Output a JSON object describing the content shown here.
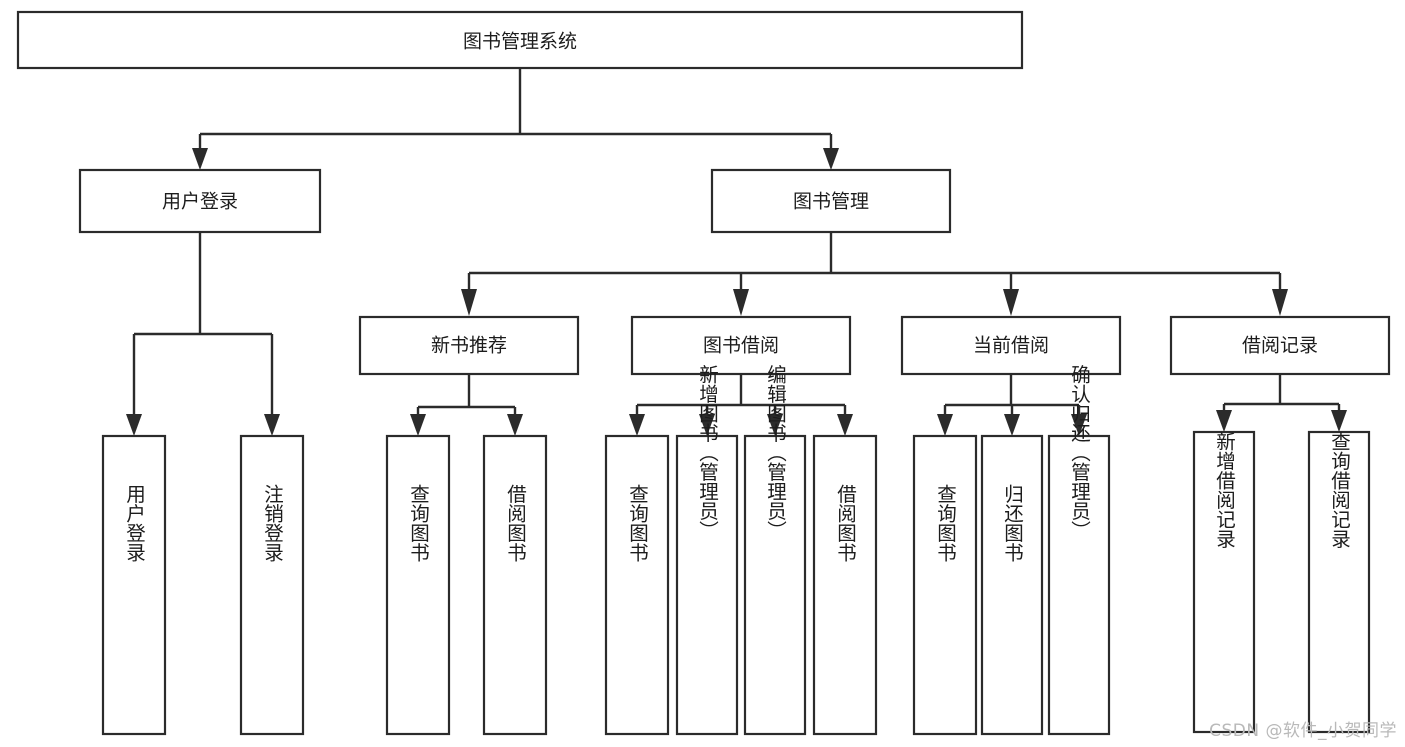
{
  "diagram": {
    "type": "tree-hierarchy-flowchart",
    "title": "图书管理系统",
    "watermark": "CSDN @软件_小贺同学",
    "palette": {
      "box_fill": "#ffffff",
      "box_stroke": "#2b2b2b",
      "connector": "#2b2b2b",
      "text": "#1c1c1c",
      "background": "#ffffff",
      "watermark": "#b9b9b9"
    },
    "levels": [
      {
        "level": 1,
        "nodes": [
          {
            "id": "root",
            "label": "图书管理系统",
            "orientation": "horizontal"
          }
        ]
      },
      {
        "level": 2,
        "nodes": [
          {
            "id": "login",
            "label": "用户登录",
            "orientation": "horizontal",
            "parent": "root"
          },
          {
            "id": "bookmgmt",
            "label": "图书管理",
            "orientation": "horizontal",
            "parent": "root"
          }
        ]
      },
      {
        "level": 3,
        "nodes": [
          {
            "id": "newbook",
            "label": "新书推荐",
            "orientation": "horizontal",
            "parent": "bookmgmt"
          },
          {
            "id": "borrow",
            "label": "图书借阅",
            "orientation": "horizontal",
            "parent": "bookmgmt"
          },
          {
            "id": "current",
            "label": "当前借阅",
            "orientation": "horizontal",
            "parent": "bookmgmt"
          },
          {
            "id": "records",
            "label": "借阅记录",
            "orientation": "horizontal",
            "parent": "bookmgmt"
          }
        ]
      },
      {
        "level": 4,
        "nodes": [
          {
            "id": "leaf-user-login",
            "label": "用户登录",
            "orientation": "vertical",
            "parent": "login"
          },
          {
            "id": "leaf-user-logout",
            "label": "注销登录",
            "orientation": "vertical",
            "parent": "login"
          },
          {
            "id": "leaf-query-book-1",
            "label": "查询图书",
            "orientation": "vertical",
            "parent": "newbook"
          },
          {
            "id": "leaf-borrow-book-1",
            "label": "借阅图书",
            "orientation": "vertical",
            "parent": "newbook"
          },
          {
            "id": "leaf-query-book-2",
            "label": "查询图书",
            "orientation": "vertical",
            "parent": "borrow"
          },
          {
            "id": "leaf-add-book",
            "label": "新增图书（管理员）",
            "orientation": "vertical",
            "parent": "borrow"
          },
          {
            "id": "leaf-edit-book",
            "label": "编辑图书（管理员）",
            "orientation": "vertical",
            "parent": "borrow"
          },
          {
            "id": "leaf-borrow-book-2",
            "label": "借阅图书",
            "orientation": "vertical",
            "parent": "borrow"
          },
          {
            "id": "leaf-query-book-3",
            "label": "查询图书",
            "orientation": "vertical",
            "parent": "current"
          },
          {
            "id": "leaf-return-book",
            "label": "归还图书",
            "orientation": "vertical",
            "parent": "current"
          },
          {
            "id": "leaf-confirm-return",
            "label": "确认归还（管理员）",
            "orientation": "vertical",
            "parent": "current"
          },
          {
            "id": "leaf-add-record",
            "label": "新增借阅记录",
            "orientation": "vertical",
            "parent": "records"
          },
          {
            "id": "leaf-query-record",
            "label": "查询借阅记录",
            "orientation": "vertical",
            "parent": "records"
          }
        ]
      }
    ]
  }
}
